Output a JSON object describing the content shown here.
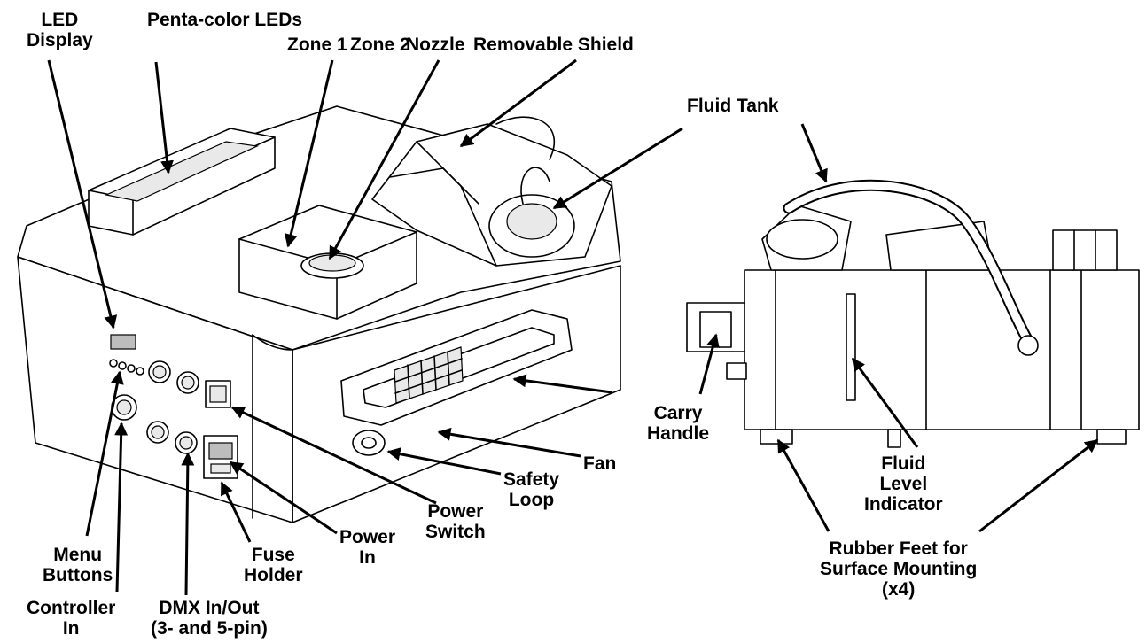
{
  "labels": {
    "led_display": [
      "LED",
      "Display"
    ],
    "penta_leds": "Penta-color LEDs",
    "zone1": "Zone 1",
    "zone2": "Zone 2",
    "nozzle": "Nozzle",
    "removable_shield": "Removable Shield",
    "fluid_tank": "Fluid Tank",
    "carry_handle": [
      "Carry",
      "Handle"
    ],
    "fan": "Fan",
    "safety_loop": [
      "Safety",
      "Loop"
    ],
    "power_switch": [
      "Power",
      "Switch"
    ],
    "power_in": [
      "Power",
      "In"
    ],
    "fuse_holder": [
      "Fuse",
      "Holder"
    ],
    "menu_buttons": [
      "Menu",
      "Buttons"
    ],
    "controller_in": [
      "Controller",
      "In"
    ],
    "dmx": [
      "DMX In/Out",
      "(3- and 5-pin)"
    ],
    "fluid_level": [
      "Fluid",
      "Level",
      "Indicator"
    ],
    "rubber_feet": [
      "Rubber Feet for",
      "Surface Mounting",
      "(x4)"
    ]
  },
  "colors": {
    "line": "#000000",
    "background": "#ffffff"
  }
}
